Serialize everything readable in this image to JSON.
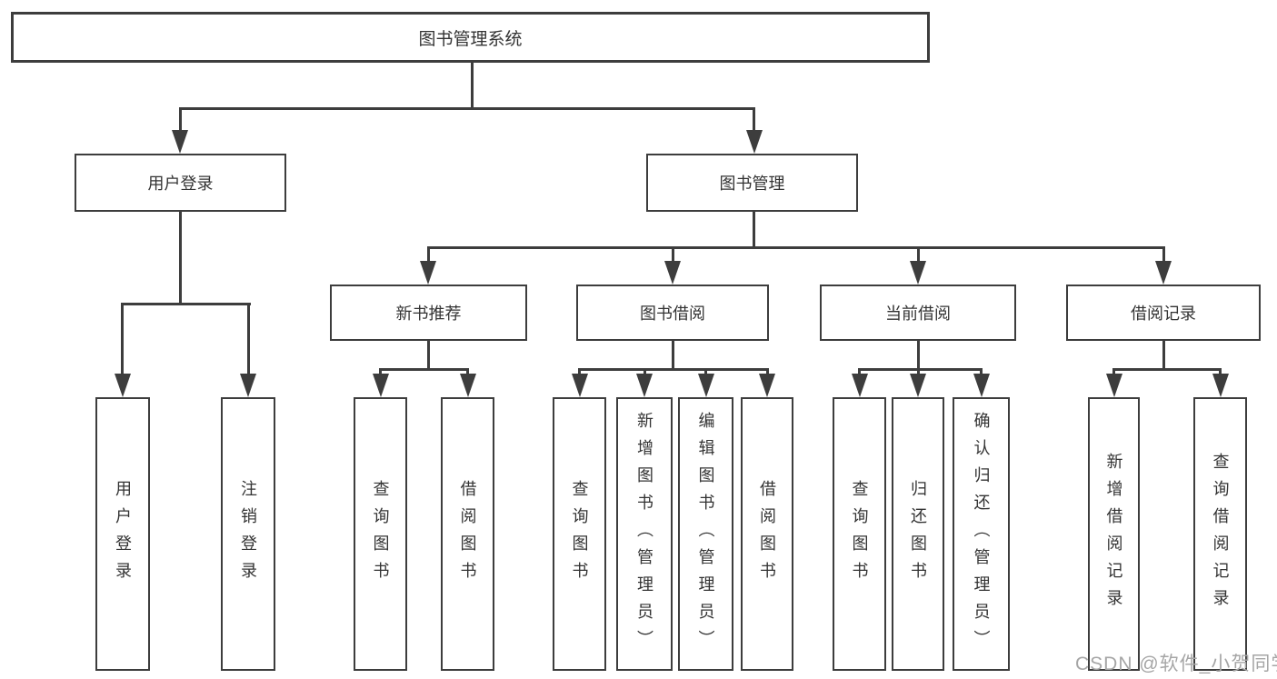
{
  "diagram_type": "function-structure-tree",
  "tree": {
    "label": "图书管理系统",
    "children": [
      {
        "label": "用户登录",
        "children": [
          {
            "label": "用户登录"
          },
          {
            "label": "注销登录"
          }
        ]
      },
      {
        "label": "图书管理",
        "children": [
          {
            "label": "新书推荐",
            "children": [
              {
                "label": "查询图书"
              },
              {
                "label": "借阅图书"
              }
            ]
          },
          {
            "label": "图书借阅",
            "children": [
              {
                "label": "查询图书"
              },
              {
                "label": "新增图书（管理员）"
              },
              {
                "label": "编辑图书（管理员）"
              },
              {
                "label": "借阅图书"
              }
            ]
          },
          {
            "label": "当前借阅",
            "children": [
              {
                "label": "查询图书"
              },
              {
                "label": "归还图书"
              },
              {
                "label": "确认归还（管理员）"
              }
            ]
          },
          {
            "label": "借阅记录",
            "children": [
              {
                "label": "新增借阅记录"
              },
              {
                "label": "查询借阅记录"
              }
            ]
          }
        ]
      }
    ]
  },
  "watermark": {
    "text": "CSDN @软件_小贺同学",
    "color": "#a6a6a6"
  },
  "colors": {
    "line": "#3d3d3d",
    "text": "#333333",
    "background": "#ffffff"
  }
}
